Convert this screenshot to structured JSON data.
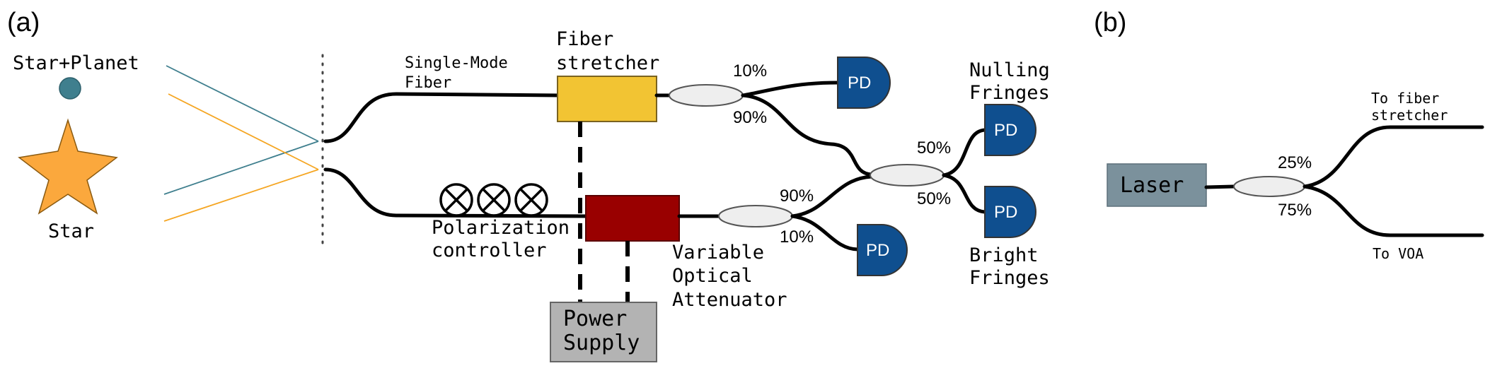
{
  "panels": {
    "a_label": "(a)",
    "b_label": "(b)"
  },
  "sources": {
    "star_planet": "Star+Planet",
    "star": "Star"
  },
  "fiber": {
    "line1": "Single-Mode",
    "line2": "Fiber"
  },
  "stretcher": {
    "line1": "Fiber",
    "line2": "stretcher"
  },
  "polarization": {
    "line1": "Polarization",
    "line2": "controller"
  },
  "voa": {
    "line1": "Variable",
    "line2": "Optical",
    "line3": "Attenuator"
  },
  "power_supply": {
    "line1": "Power",
    "line2": "Supply"
  },
  "splits": {
    "top_tap": "10%",
    "top_through": "90%",
    "bottom_through": "90%",
    "bottom_tap": "10%",
    "combiner_top": "50%",
    "combiner_bottom": "50%"
  },
  "pd_label": "PD",
  "outputs": {
    "nulling_line1": "Nulling",
    "nulling_line2": "Fringes",
    "bright_line1": "Bright",
    "bright_line2": "Fringes"
  },
  "panel_b": {
    "laser": "Laser",
    "split_top": "25%",
    "split_bottom": "75%",
    "to_stretcher_line1": "To fiber",
    "to_stretcher_line2": "stretcher",
    "to_voa": "To VOA"
  },
  "colors": {
    "star_fill": "#fba83d",
    "planet_fill": "#3f7f8e",
    "beam_teal": "#3f7f8e",
    "beam_orange": "#f5a623",
    "stretcher_fill": "#f2c433",
    "voa_fill": "#990000",
    "pd_fill": "#0f4f8f",
    "power_supply_fill": "#b3b3b3",
    "laser_fill": "#7b919c"
  },
  "icons": {
    "polarization_paddle": "circle-cross-icon",
    "star": "star-icon",
    "planet": "planet-dot-icon"
  }
}
